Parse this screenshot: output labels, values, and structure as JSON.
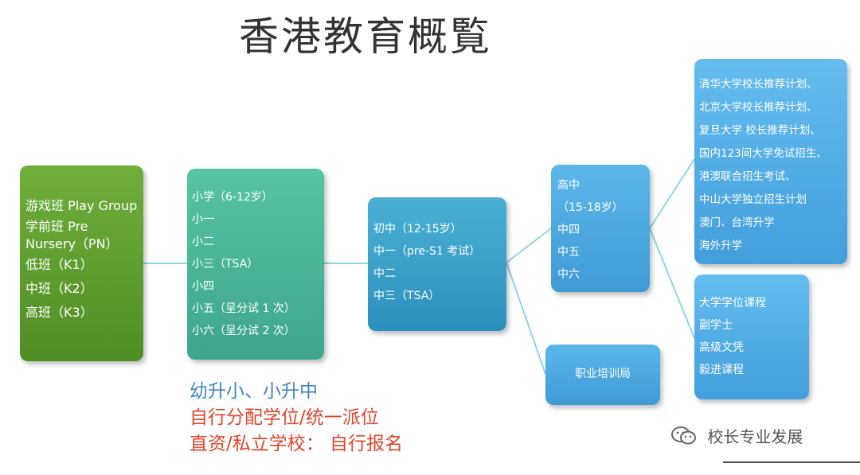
{
  "title": "香港教育概覧",
  "kindergarten": {
    "lines": [
      "游戏班 Play Group",
      "学前班 Pre",
      "Nursery（PN）",
      "低班（K1）",
      "中班（K2）",
      "高班（K3）"
    ]
  },
  "primary": {
    "lines": [
      "小学（6-12岁）",
      "小一",
      "小二",
      "小三（TSA）",
      "小四",
      "小五（呈分试 1 次）",
      "小六（呈分试 2 次）"
    ]
  },
  "junior_secondary": {
    "lines": [
      "初中（12-15岁）",
      "中一（pre-S1 考试）",
      "中二",
      "中三（TSA）"
    ]
  },
  "senior_secondary": {
    "lines": [
      "高中",
      "（15-18岁）",
      "中四",
      "中五",
      "中六"
    ]
  },
  "vocational": {
    "label": "职业培训局"
  },
  "university_routes": {
    "lines": [
      "清华大学校长推荐计划、",
      "北京大学校长推荐计划、",
      "复旦大学 校长推荐计划、",
      "国内123间大学免试招生、",
      "港澳联合招生考试、",
      "中山大学独立招生计划",
      "澳门、台湾升学",
      "海外升学"
    ]
  },
  "degree_programs": {
    "lines": [
      "大学学位课程",
      "副学士",
      "高级文凭",
      "毅进课程"
    ]
  },
  "notes": {
    "line1": "幼升小、小升中",
    "line2": "自行分配学位/统一派位",
    "line3": "直资/私立学校： 自行报名"
  },
  "watermark": {
    "text": "校长专业发展",
    "icon": "wechat-icon"
  },
  "colors": {
    "kindergarten": "#5a9a2e",
    "primary": "#4bb59a",
    "junior": "#3a9fc9",
    "senior": "#4aa8e0",
    "connector": "#8fd3e8",
    "note_blue": "#3f85c6",
    "note_red": "#e0452c"
  }
}
